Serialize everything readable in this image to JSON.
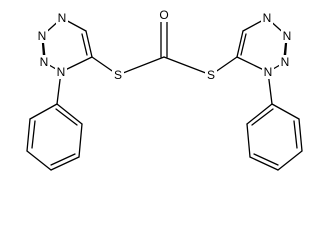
{
  "atom_labels": {
    "left_ring_N1": "N",
    "left_ring_N2": "N",
    "left_ring_N3": "N",
    "left_ring_N4": "N",
    "right_ring_N1": "N",
    "right_ring_N2": "N",
    "right_ring_N3": "N",
    "right_ring_N4": "N",
    "left_sulfur": "S",
    "right_sulfur": "S",
    "carbonyl_oxygen": "O"
  },
  "colors": {
    "bond": "#000000",
    "text": "#000000",
    "background": "#ffffff"
  }
}
